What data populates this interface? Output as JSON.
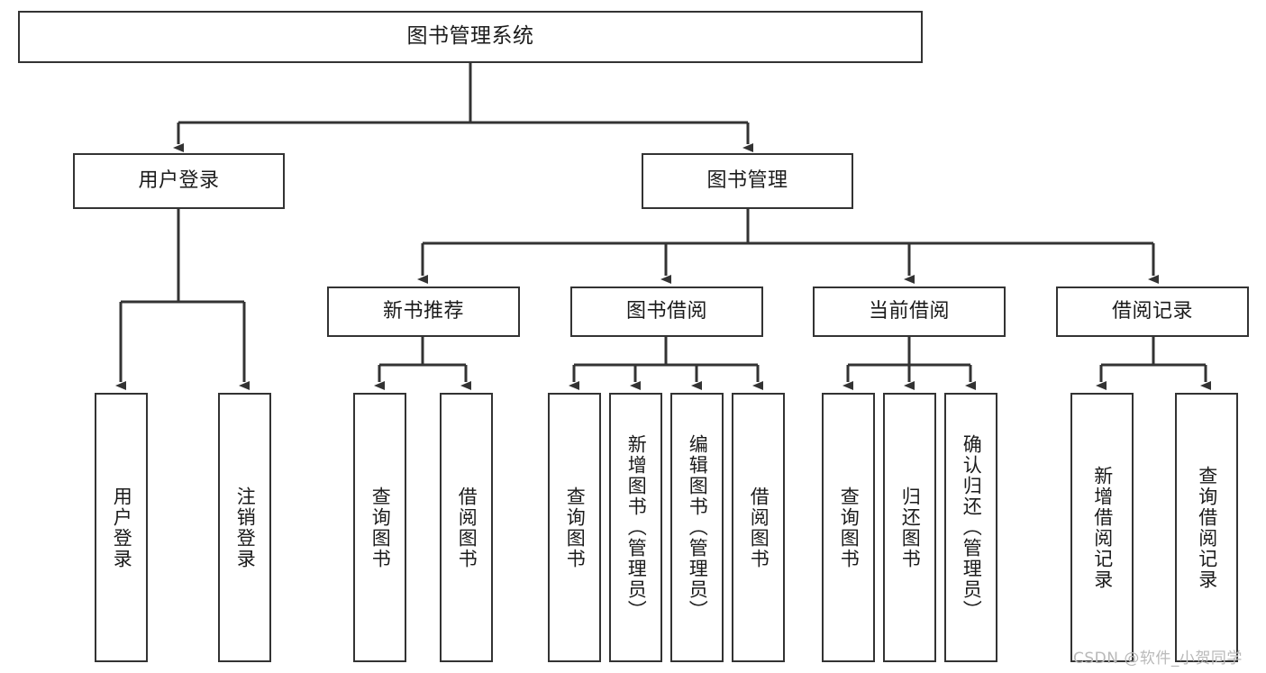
{
  "diagram": {
    "title": "图书管理系统",
    "watermark": "CSDN @软件_小贺同学",
    "line_color": "#333333",
    "box_fill": "#ffffff",
    "text_color": "#1b1b1b",
    "watermark_color": "#b9b9b9"
  },
  "nodes": {
    "root": {
      "label": "图书管理系统"
    },
    "level2": [
      {
        "label": "用户登录"
      },
      {
        "label": "图书管理"
      }
    ],
    "level3": [
      {
        "label": "新书推荐"
      },
      {
        "label": "图书借阅"
      },
      {
        "label": "当前借阅"
      },
      {
        "label": "借阅记录"
      }
    ],
    "leaves_user_login": [
      {
        "label": "用户登录"
      },
      {
        "label": "注销登录"
      }
    ],
    "leaves_new_books": [
      {
        "label": "查询图书"
      },
      {
        "label": "借阅图书"
      }
    ],
    "leaves_borrow": [
      {
        "label": "查询图书"
      },
      {
        "label": "新增图书（管理员）"
      },
      {
        "label": "编辑图书（管理员）"
      },
      {
        "label": "借阅图书"
      }
    ],
    "leaves_current": [
      {
        "label": "查询图书"
      },
      {
        "label": "归还图书"
      },
      {
        "label": "确认归还（管理员）"
      }
    ],
    "leaves_records": [
      {
        "label": "新增借阅记录"
      },
      {
        "label": "查询借阅记录"
      }
    ]
  }
}
